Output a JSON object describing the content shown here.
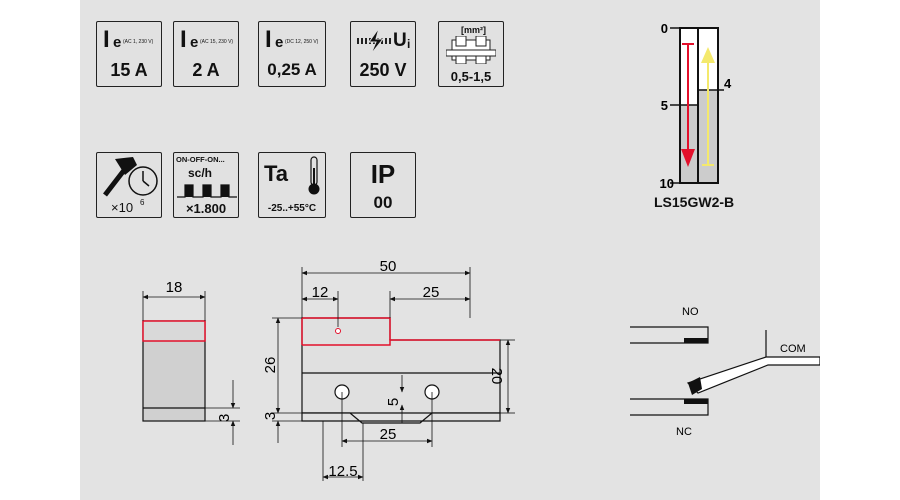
{
  "icons": {
    "ie_ac1": {
      "symbol": "I",
      "sub": "e",
      "cond": "(AC 1, 230 V)",
      "value": "15 A"
    },
    "ie_ac15": {
      "symbol": "I",
      "sub": "e",
      "cond": "(AC 15, 230 V)",
      "value": "2 A"
    },
    "ie_dc12": {
      "symbol": "I",
      "sub": "e",
      "cond": "(DC 12, 250 V)",
      "value": "0,25 A"
    },
    "ui": {
      "symbol": "U",
      "sub": "i",
      "value": "250 V"
    },
    "wire": {
      "unit": "[mm²]",
      "value": "0,5-1,5"
    },
    "mech": {
      "value": "×10",
      "exp": "6"
    },
    "switching": {
      "top": "ON-OFF-ON...",
      "unit": "sc/h",
      "value": "×1.800"
    },
    "temp": {
      "symbol": "Ta",
      "value": "-25..+55°C"
    },
    "ip": {
      "symbol": "IP",
      "value": "00"
    }
  },
  "scale": {
    "mark_0": "0",
    "mark_5": "5",
    "mark_10": "10",
    "mark_4": "4",
    "model": "LS15GW2-B"
  },
  "dims": {
    "side_width": "18",
    "side_bottom": "3",
    "total_width": "50",
    "left_offset": "12",
    "right_offset": "25",
    "height_26": "26",
    "height_20": "20",
    "bottom_3": "3",
    "mid_5": "5",
    "holes_25": "25",
    "hole_12_5": "12.5"
  },
  "contacts": {
    "no": "NO",
    "nc": "NC",
    "com": "COM"
  },
  "colors": {
    "red": "#e3102b",
    "yellow": "#f4e96c",
    "panel": "#e3e3e3"
  }
}
